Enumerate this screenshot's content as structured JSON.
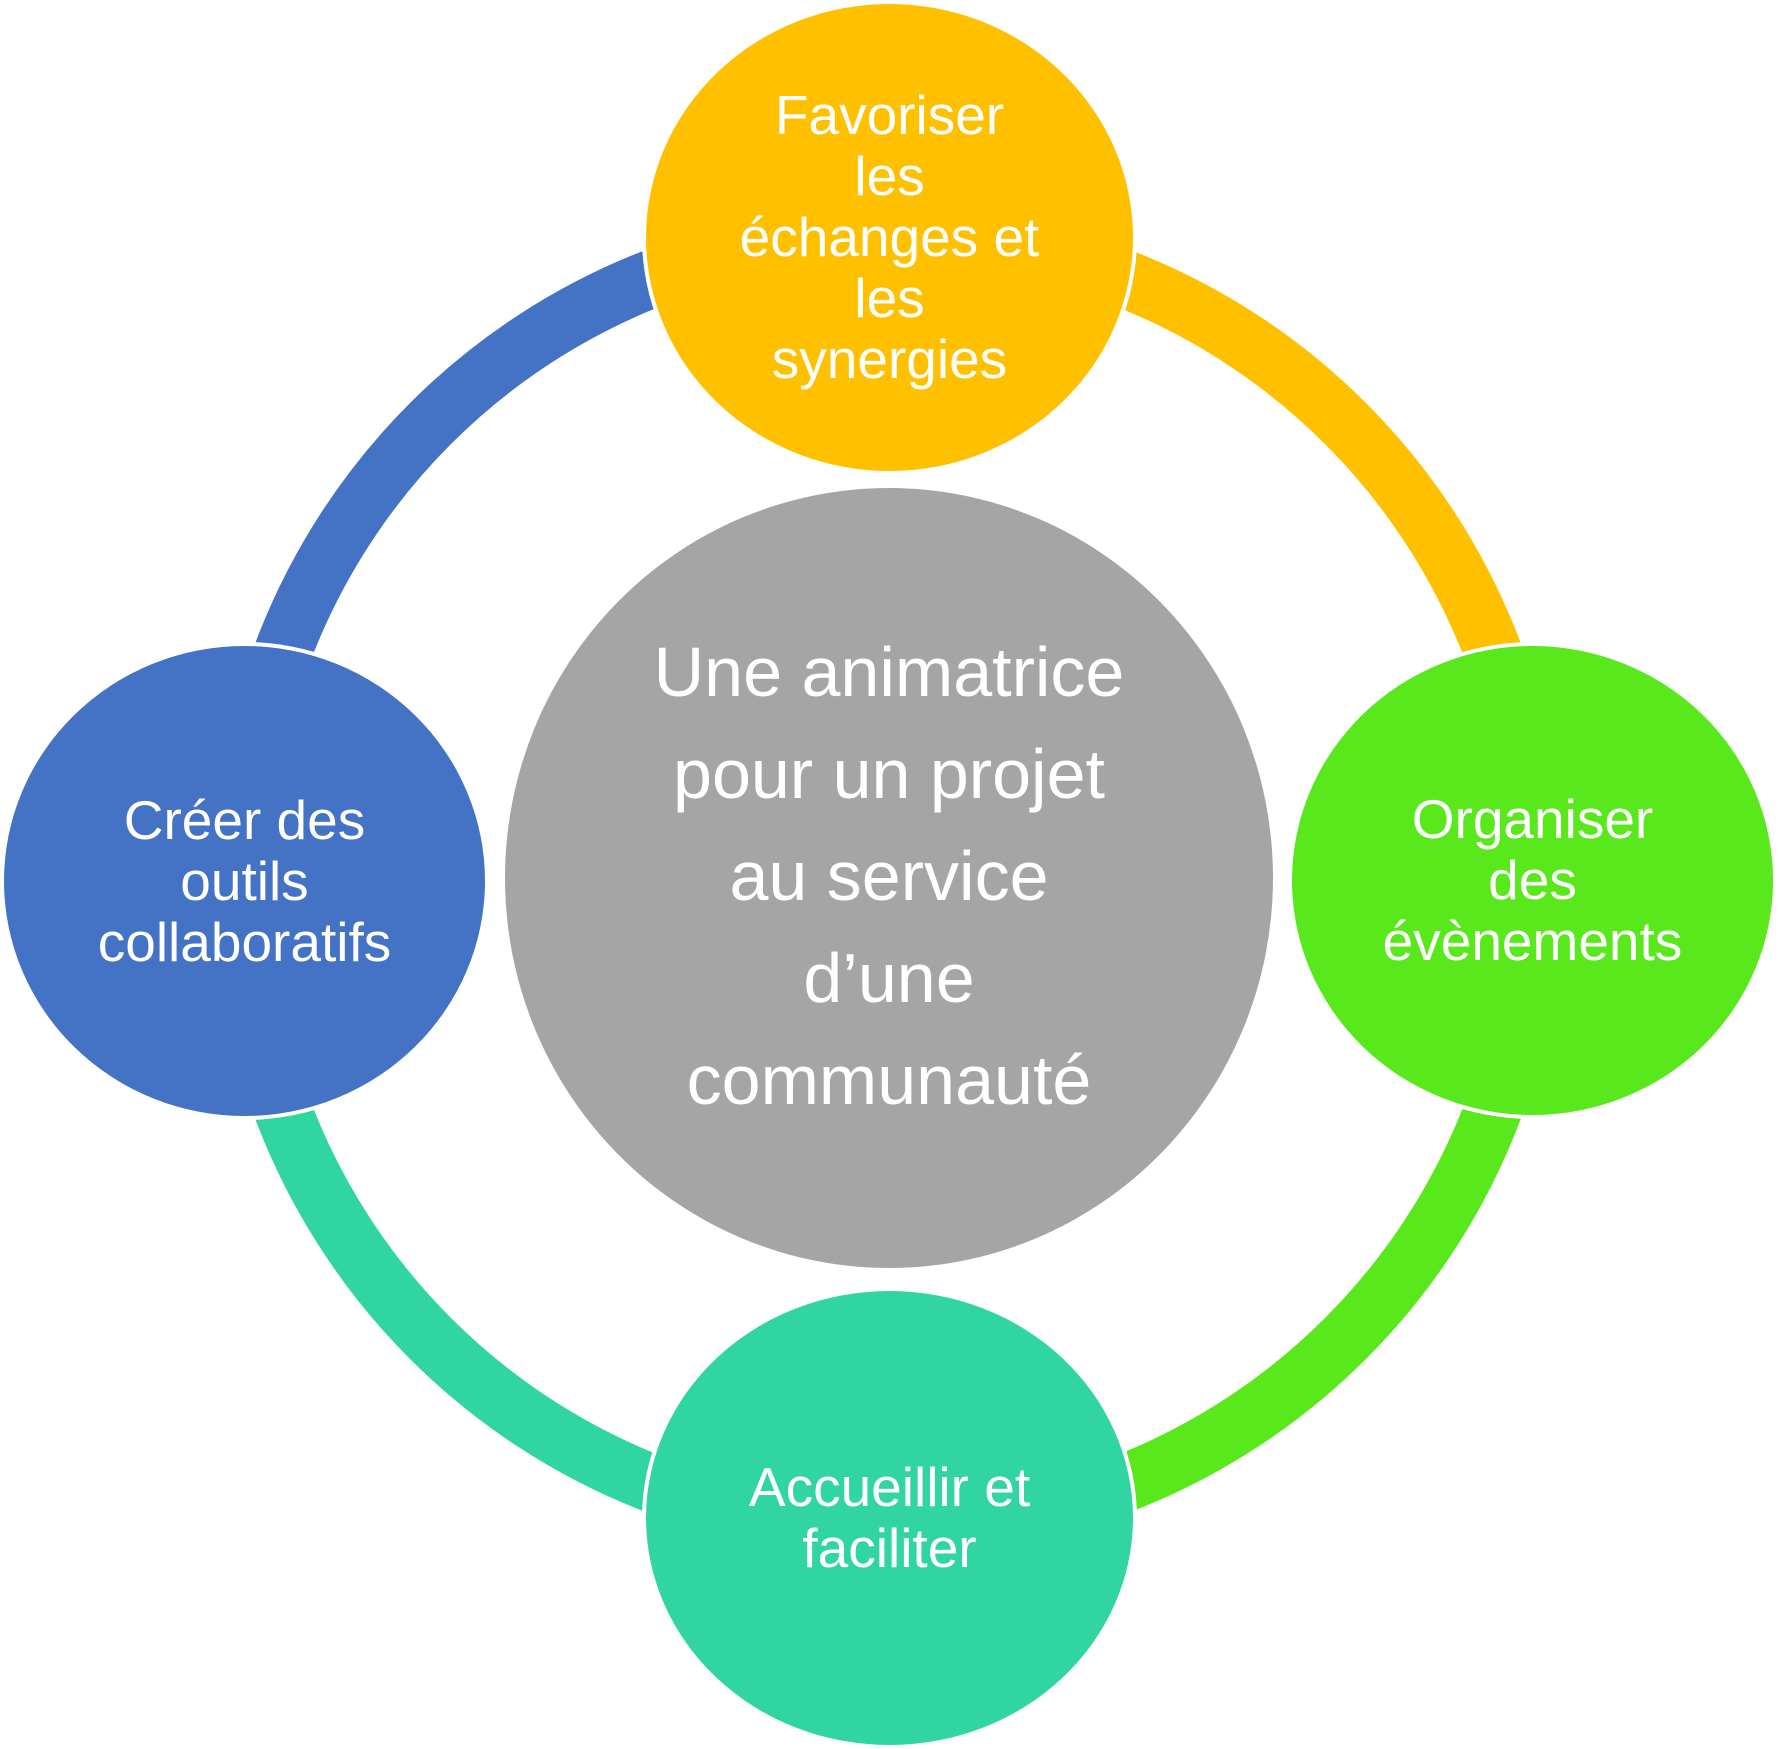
{
  "center": {
    "label": "Une animatrice\npour un projet\nau service\nd’une\ncommunauté",
    "color": "#a5a5a5"
  },
  "nodes": [
    {
      "id": "top",
      "label": "Favoriser\nles\néchanges et\nles\nsynergies",
      "color": "#ffc000"
    },
    {
      "id": "right",
      "label": "Organiser\ndes\névènements",
      "color": "#58e81c"
    },
    {
      "id": "bottom",
      "label": "Accueillir et\nfaciliter",
      "color": "#31d5a2"
    },
    {
      "id": "left",
      "label": "Créer des\noutils\ncollaboratifs",
      "color": "#4472c4"
    }
  ],
  "ring_arcs": [
    {
      "from": "top",
      "to": "right",
      "color": "#ffc000"
    },
    {
      "from": "right",
      "to": "bottom",
      "color": "#58e81c"
    },
    {
      "from": "bottom",
      "to": "left",
      "color": "#31d5a2"
    },
    {
      "from": "left",
      "to": "top",
      "color": "#4472c4"
    }
  ]
}
